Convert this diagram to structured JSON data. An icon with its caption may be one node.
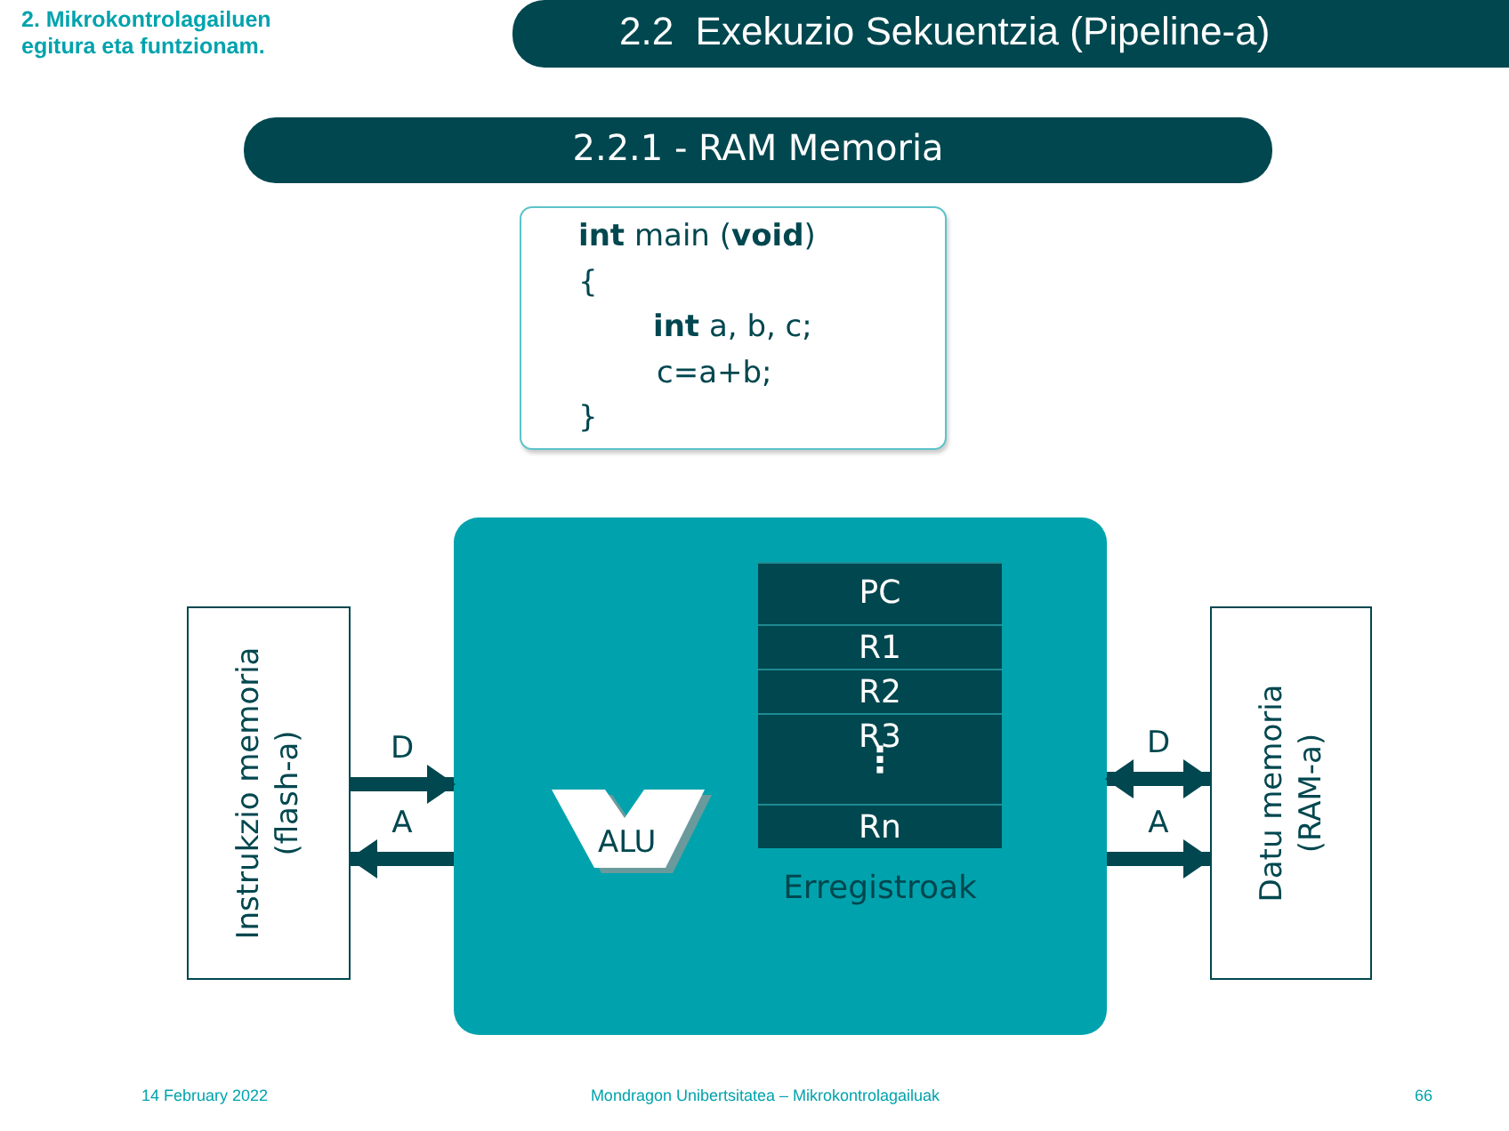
{
  "diagram": {
    "nodes": [
      {
        "text": [
          "2.2  Exekuzio Sekuentzia (Pipeline-a)"
        ]
      },
      {
        "text": [
          "2.2.1 - RAM Memoria"
        ]
      },
      {
        "text": [
          "**int** main (**void**)",
          "{",
          "**int** a, b, c;",
          "c=a+b;",
          "}"
        ]
      },
      {
        "text": [
          "Instrukzio memoria (flash-a)"
        ]
      },
      {
        "text": [],
        "shape": "box"
      },
      {
        "text": [
          "ALU"
        ],
        "in": 4
      },
      {
        "text": [],
        "shape": "box",
        "in": 4,
        "beside": [
          "Erregistroak"
        ]
      },
      {
        "text": [
          "PC"
        ],
        "in": 6
      },
      {
        "text": [
          "R1"
        ],
        "in": 6
      },
      {
        "text": [
          "R2"
        ],
        "in": 6
      },
      {
        "text": [
          "R3"
        ],
        "in": 6
      },
      {
        "text": [
          "Rn"
        ],
        "in": 6
      },
      {
        "text": [
          "Datu memoria (RAM-a)"
        ]
      }
    ],
    "edges": [
      {
        "from": 3,
        "to": 4,
        "arrow": "to",
        "label": "D"
      },
      {
        "from": 4,
        "to": 3,
        "arrow": "to",
        "label": "A"
      },
      {
        "from": 4,
        "to": 12,
        "arrow": "both",
        "label": "D"
      },
      {
        "from": 4,
        "to": 12,
        "arrow": "to",
        "label": "A"
      }
    ],
    "labels": [
      "2. Mikrokontrolagailuen egitura eta funtzionam.",
      "⋮",
      "14 February 2022",
      "Mondragon Unibertsitatea – Mikrokontrolagailuak",
      "66"
    ]
  }
}
